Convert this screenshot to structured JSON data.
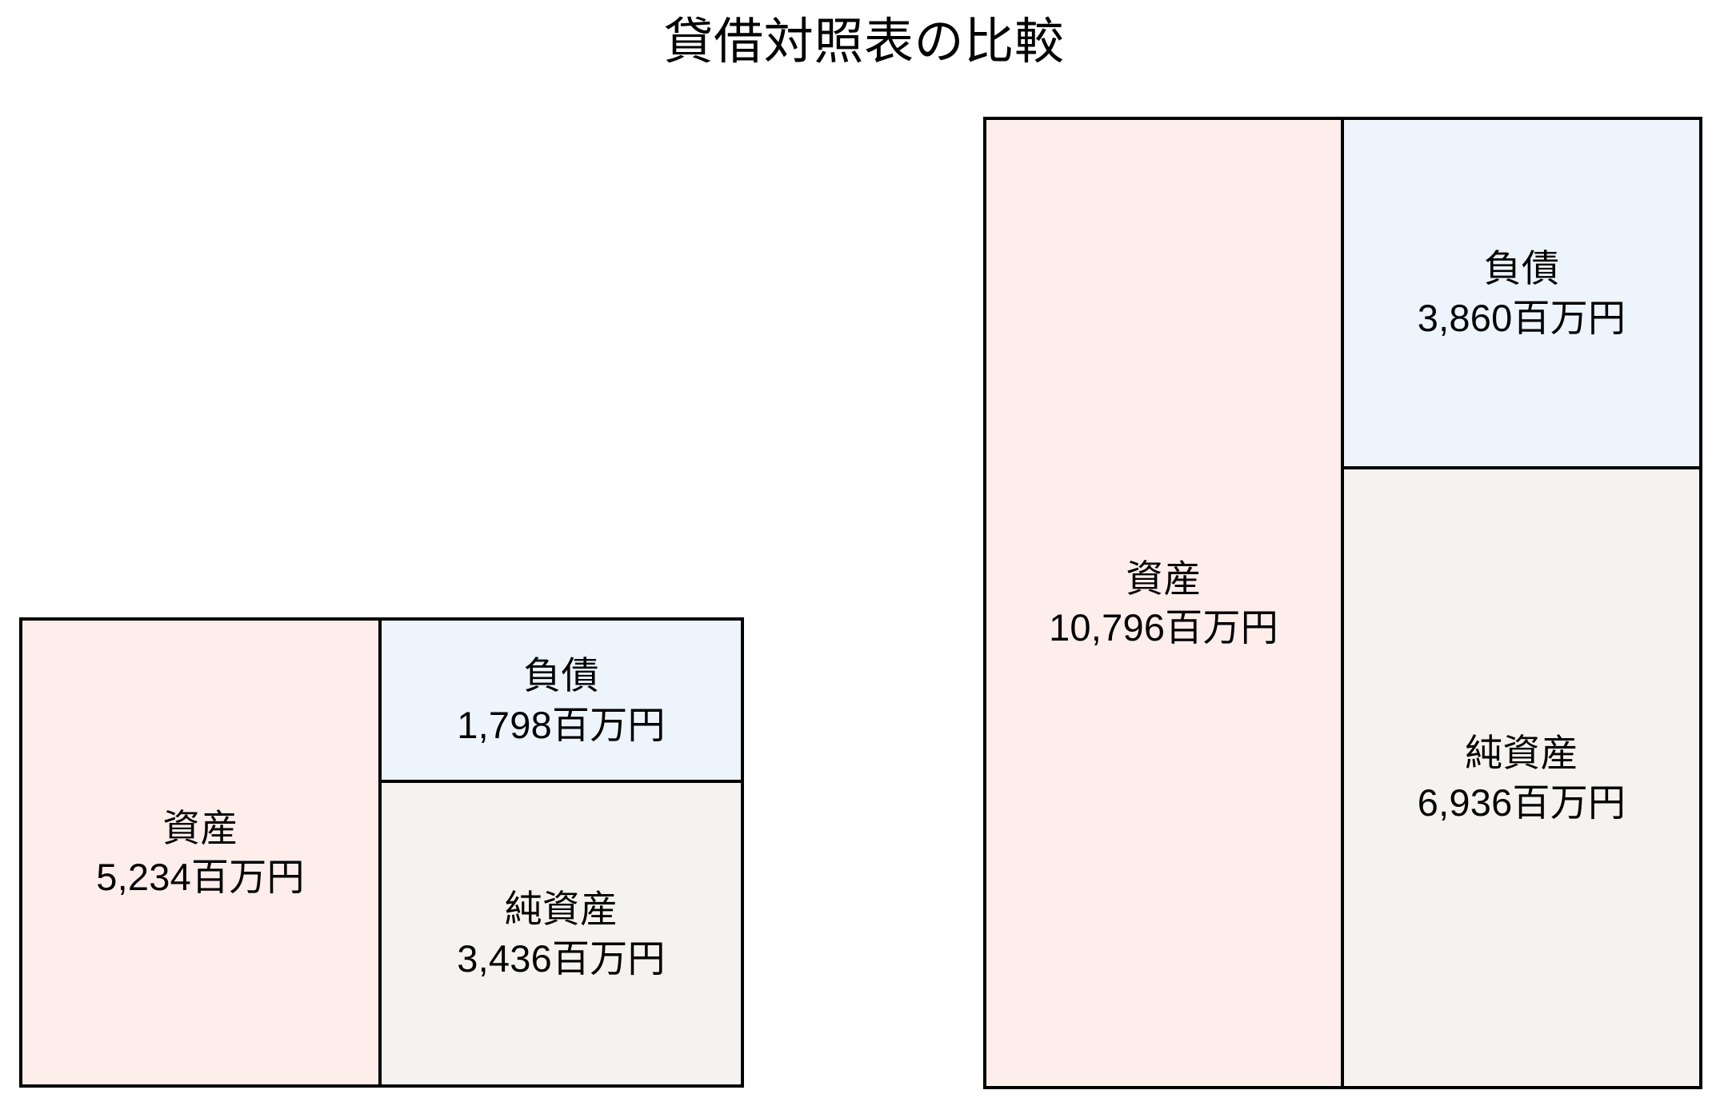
{
  "chart_data": {
    "type": "bar",
    "title": "貸借対照表の比較",
    "xlabel": "",
    "ylabel": "",
    "unit": "百万円",
    "legend_position": "none",
    "grid": false,
    "panels": [
      {
        "name": "left-balance-sheet",
        "assets": {
          "label": "資産",
          "value": 5234,
          "value_text": "5,234百万円",
          "color": "#fdeeec"
        },
        "liabilities": {
          "label": "負債",
          "value": 1798,
          "value_text": "1,798百万円",
          "color": "#eef4fc"
        },
        "net_assets": {
          "label": "純資産",
          "value": 3436,
          "value_text": "3,436百万円",
          "color": "#f4f3f2"
        }
      },
      {
        "name": "right-balance-sheet",
        "assets": {
          "label": "資産",
          "value": 10796,
          "value_text": "10,796百万円",
          "color": "#fdeeec"
        },
        "liabilities": {
          "label": "負債",
          "value": 3860,
          "value_text": "3,860百万円",
          "color": "#eef4fc"
        },
        "net_assets": {
          "label": "純資産",
          "value": 6936,
          "value_text": "6,936百万円",
          "color": "#f4f3f2"
        }
      }
    ]
  },
  "title": "貸借対照表の比較",
  "left": {
    "assets": {
      "label": "資産",
      "value_text": "5,234百万円"
    },
    "liabilities": {
      "label": "負債",
      "value_text": "1,798百万円"
    },
    "net_assets": {
      "label": "純資産",
      "value_text": "3,436百万円"
    }
  },
  "right": {
    "assets": {
      "label": "資産",
      "value_text": "10,796百万円"
    },
    "liabilities": {
      "label": "負債",
      "value_text": "3,860百万円"
    },
    "net_assets": {
      "label": "純資産",
      "value_text": "6,936百万円"
    }
  },
  "colors": {
    "assets": "#fdeeec",
    "liabilities": "#eef4fc",
    "net_assets": "#f4f3f2",
    "border": "#000000",
    "text": "#000000",
    "background": "#ffffff"
  }
}
